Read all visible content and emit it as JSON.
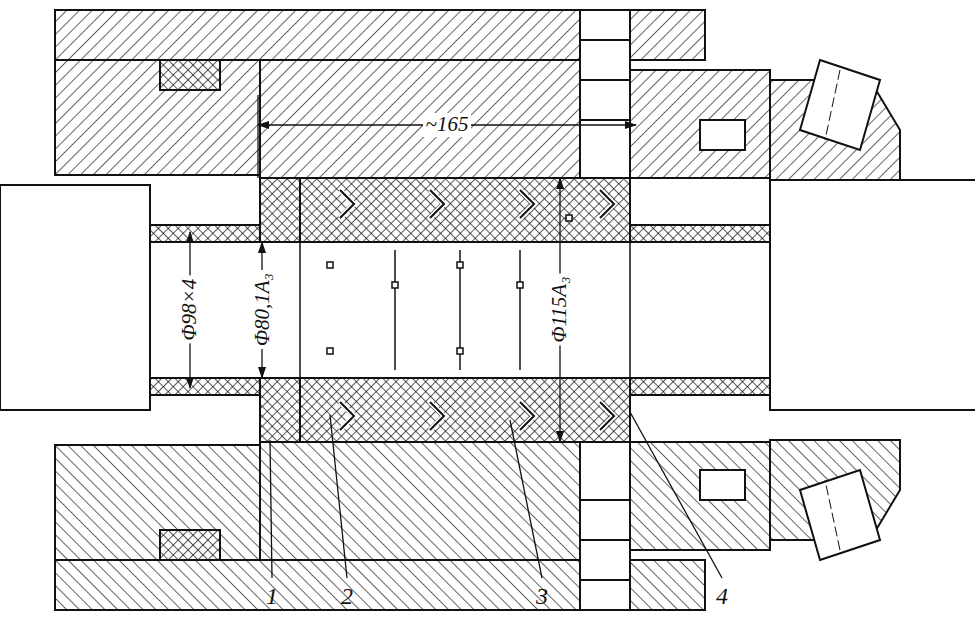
{
  "diagram": {
    "labels": [
      "~165",
      "Φ98×4",
      "Φ80,1A₃",
      "Φ115A₃",
      "1",
      "2",
      "3",
      "4"
    ]
  }
}
